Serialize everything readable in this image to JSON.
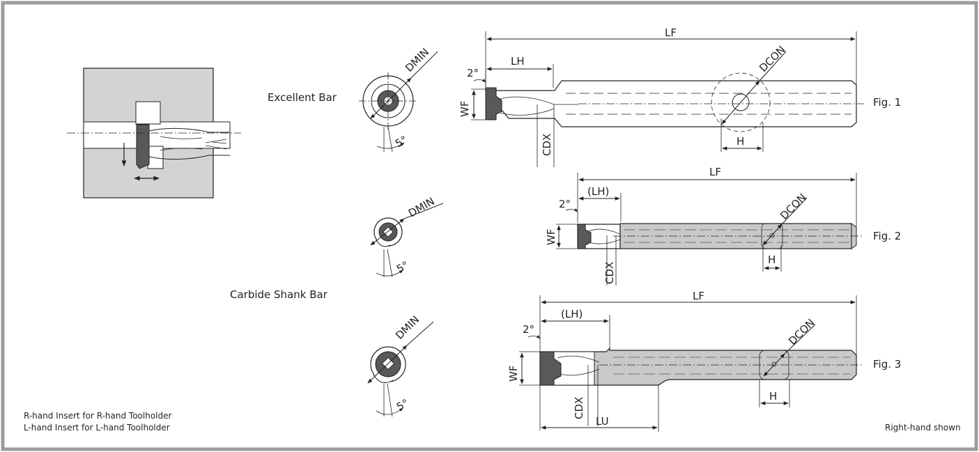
{
  "labels": {
    "excellent_bar": "Excellent Bar",
    "carbide_shank_bar": "Carbide Shank Bar",
    "fig1": "Fig. 1",
    "fig2": "Fig. 2",
    "fig3": "Fig. 3",
    "note_r": "R-hand Insert for R-hand Toolholder",
    "note_l": "L-hand Insert for L-hand Toolholder",
    "right_hand_shown": "Right-hand shown"
  },
  "dims": {
    "lf": "LF",
    "lh": "LH",
    "lh_paren": "(LH)",
    "dcon": "DCON",
    "dmin": "DMIN",
    "wf": "WF",
    "cdx": "CDX",
    "h": "H",
    "lu": "LU",
    "angle_2": "2°",
    "angle_5": "5°"
  },
  "colors": {
    "border": "#9c9c9c",
    "workpiece": "#d2d3d5",
    "insert": "#58595b",
    "line": "#231f20",
    "shank": "#c8c9cb"
  }
}
